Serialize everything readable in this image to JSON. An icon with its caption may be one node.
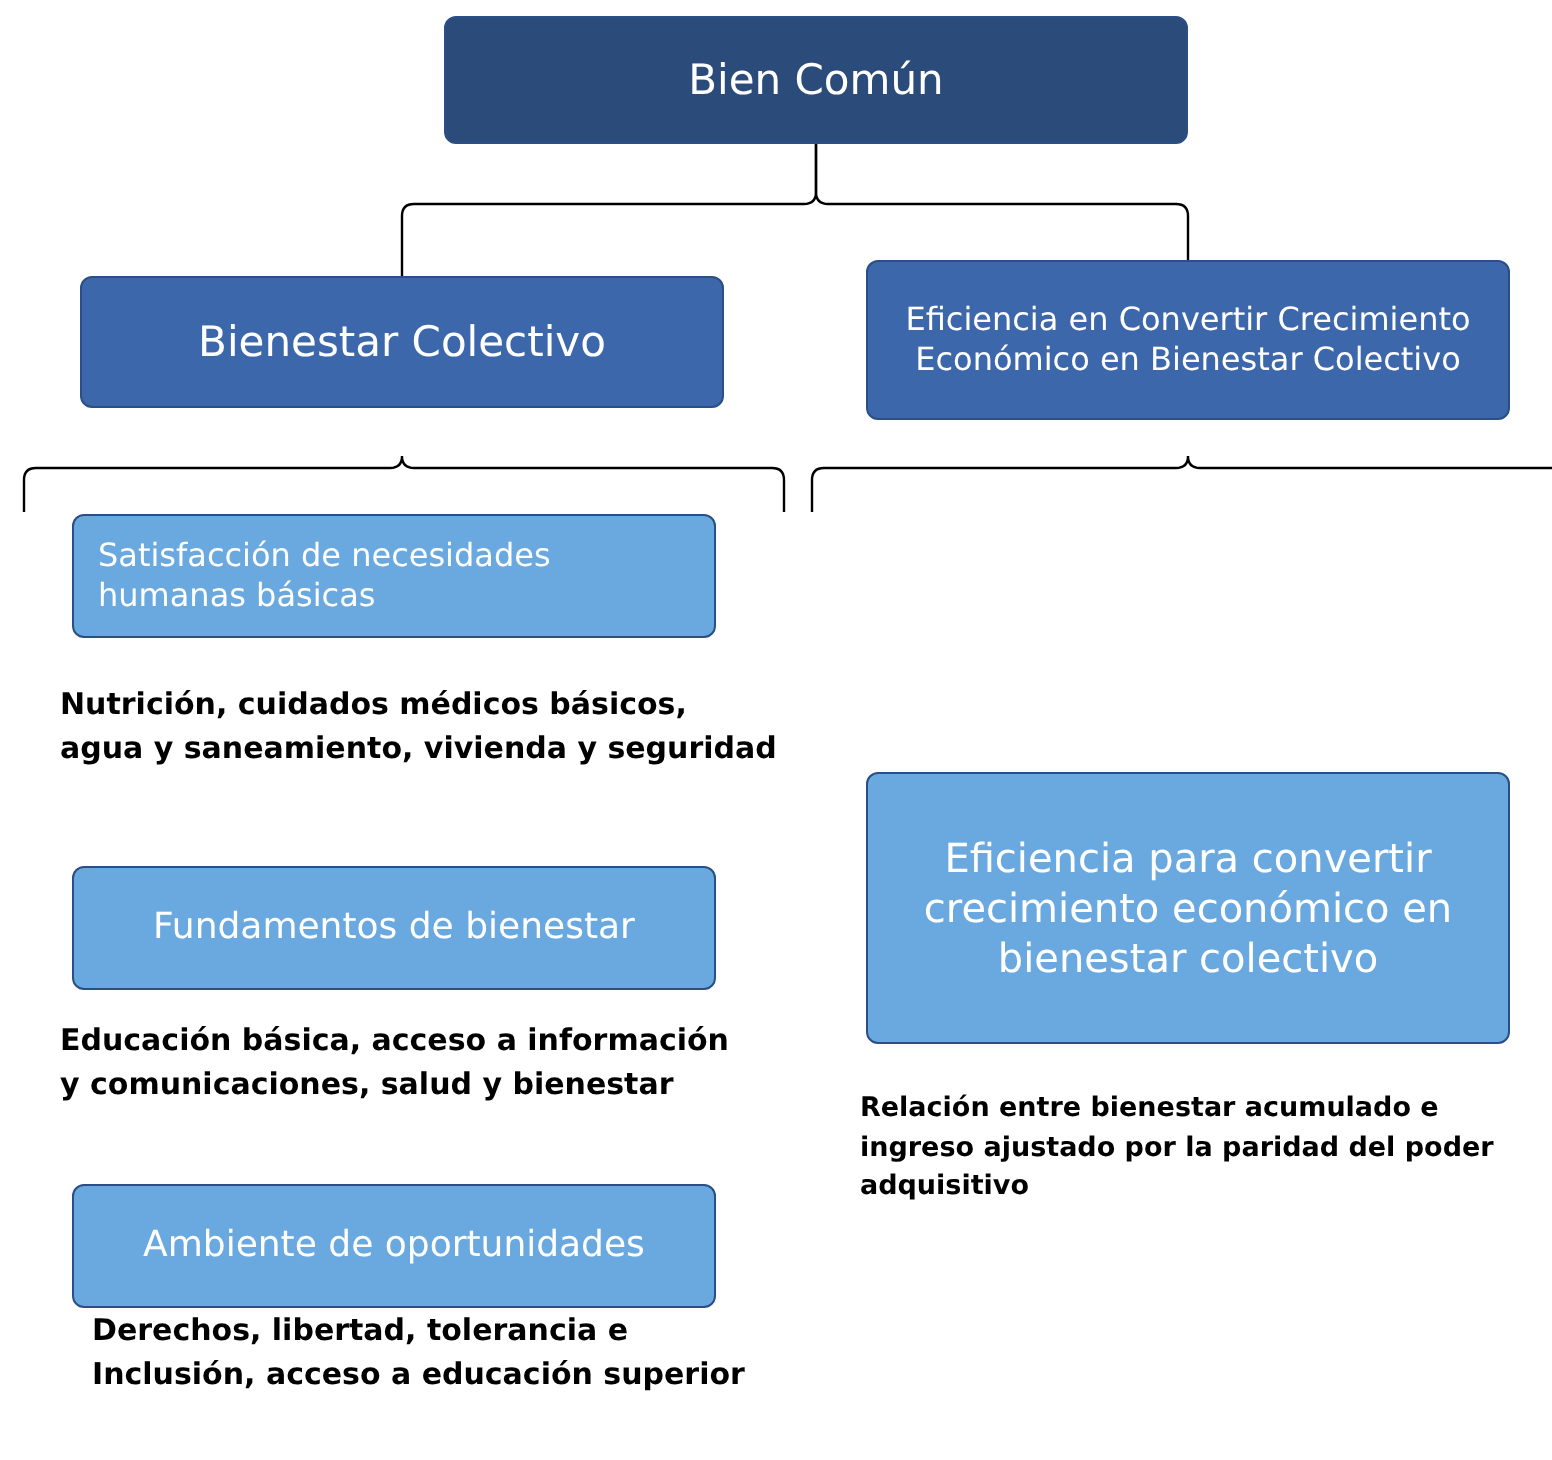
{
  "diagram": {
    "nodes": [
      {
        "text": [
          "Bien Común"
        ]
      },
      {
        "text": [
          "Bienestar Colectivo"
        ]
      },
      {
        "text": [
          "Eficiencia en Convertir Crecimiento Económico en Bienestar Colectivo"
        ]
      },
      {
        "text": [
          "Satisfacción de necesidades humanas básicas"
        ],
        "beside": [
          "Nutrición, cuidados médicos básicos, agua y saneamiento, vivienda y seguridad"
        ]
      },
      {
        "text": [
          "Fundamentos de bienestar"
        ],
        "beside": [
          "Educación básica, acceso a información y comunicaciones, salud y bienestar"
        ]
      },
      {
        "text": [
          "Ambiente de oportunidades"
        ],
        "beside": [
          "Derechos, libertad, tolerancia e Inclusión, acceso a educación superior"
        ]
      },
      {
        "text": [
          "Eficiencia para convertir crecimiento económico en bienestar colectivo"
        ],
        "beside": [
          "Relación entre bienestar acumulado e ingreso ajustado por la paridad del poder adquisitivo"
        ]
      }
    ],
    "edges": [
      {
        "from": 0,
        "to": 1,
        "arrow": "none"
      },
      {
        "from": 0,
        "to": 2,
        "arrow": "none"
      }
    ]
  }
}
